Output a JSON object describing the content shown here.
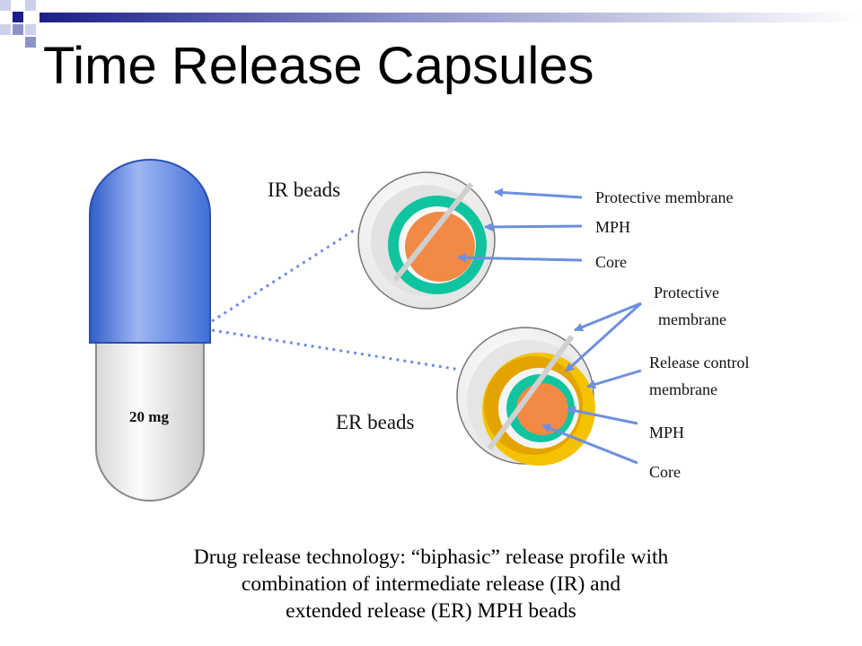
{
  "slide": {
    "title": "Time Release Capsules"
  },
  "capsule": {
    "dose_label": "20 mg"
  },
  "ir_bead": {
    "label": "IR beads",
    "layers": [
      "Protective membrane",
      "MPH",
      "Core"
    ]
  },
  "er_bead": {
    "label": "ER beads",
    "protective_label": [
      "Protective",
      "membrane"
    ],
    "release_control_label": [
      "Release control",
      "membrane"
    ],
    "mph_label": "MPH",
    "core_label": "Core"
  },
  "caption": {
    "lines": [
      "Drug release technology: “biphasic” release profile with",
      "combination of intermediate release (IR) and",
      "extended release (ER) MPH beads"
    ]
  },
  "colors": {
    "core": "#f28a45",
    "mph": "#11c4a0",
    "release_control": "#f5c200",
    "capsule_blue": "#3e6fd6",
    "arrow": "#6d8fe0"
  }
}
